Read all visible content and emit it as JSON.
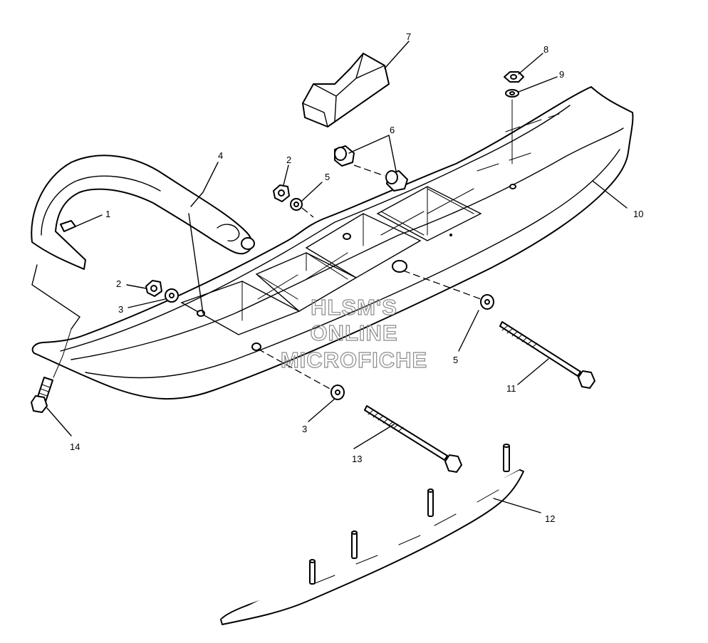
{
  "diagram": {
    "callouts": [
      {
        "id": "c1",
        "label": "1"
      },
      {
        "id": "c2a",
        "label": "2"
      },
      {
        "id": "c2b",
        "label": "2"
      },
      {
        "id": "c3a",
        "label": "3"
      },
      {
        "id": "c3b",
        "label": "3"
      },
      {
        "id": "c4",
        "label": "4"
      },
      {
        "id": "c5a",
        "label": "5"
      },
      {
        "id": "c5b",
        "label": "5"
      },
      {
        "id": "c6",
        "label": "6"
      },
      {
        "id": "c7",
        "label": "7"
      },
      {
        "id": "c8",
        "label": "8"
      },
      {
        "id": "c9",
        "label": "9"
      },
      {
        "id": "c10",
        "label": "10"
      },
      {
        "id": "c11",
        "label": "11"
      },
      {
        "id": "c12",
        "label": "12"
      },
      {
        "id": "c13",
        "label": "13"
      },
      {
        "id": "c14",
        "label": "14"
      }
    ],
    "watermark": [
      "HLSM'S",
      "ONLINE",
      "MICROFICHE"
    ],
    "colors": {
      "line": "#000000",
      "background": "#ffffff",
      "watermark": "#8a8a8a"
    }
  }
}
